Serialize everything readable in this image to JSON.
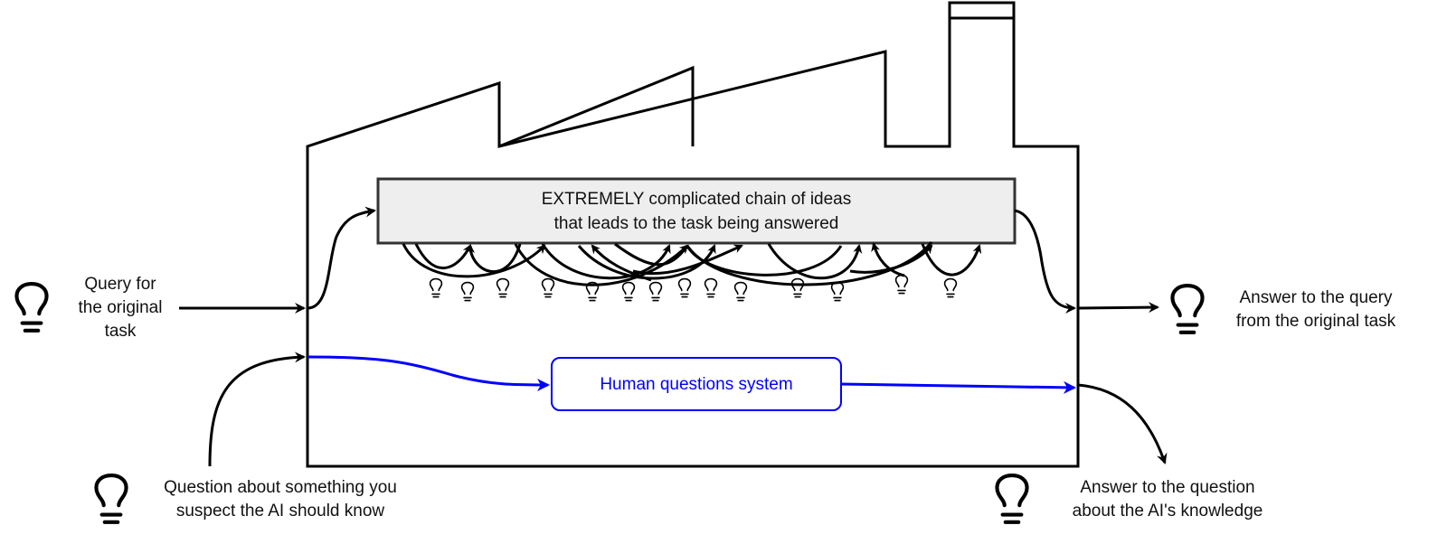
{
  "diagram": {
    "title_box": {
      "line1": "EXTREMELY complicated chain of ideas",
      "line2": "that leads to the task being answered"
    },
    "human_box": {
      "label": "Human questions system"
    },
    "labels": {
      "query_in": [
        "Query for",
        "the original",
        "task"
      ],
      "answer_out": [
        "Answer to the query",
        "from the original task"
      ],
      "question_in": [
        "Question about something you",
        "suspect the AI should know"
      ],
      "answer_knowledge": [
        "Answer to the question",
        "about the AI's knowledge"
      ]
    },
    "icons": {
      "bulb": "lightbulb-icon",
      "factory": "factory-outline"
    },
    "colors": {
      "line": "#000000",
      "human_path": "#0000ff",
      "chain_box_fill": "#eeeeee",
      "chain_box_stroke": "#333333"
    },
    "small_bulb_count": 14
  }
}
